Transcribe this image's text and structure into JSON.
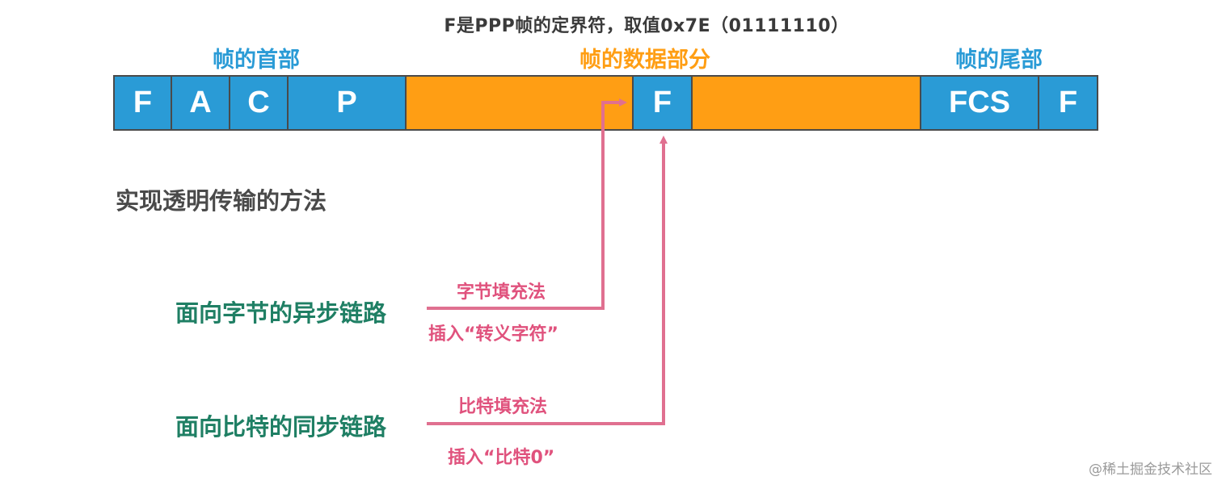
{
  "header_note": "F是PPP帧的定界符，取值0x7E（01111110）",
  "sections": {
    "head": "帧的首部",
    "data": "帧的数据部分",
    "tail": "帧的尾部"
  },
  "frame_cells": [
    {
      "label": "F"
    },
    {
      "label": "A"
    },
    {
      "label": "C"
    },
    {
      "label": "P"
    },
    {
      "label": ""
    },
    {
      "label": "F"
    },
    {
      "label": ""
    },
    {
      "label": "FCS"
    },
    {
      "label": "F"
    }
  ],
  "heading": "实现透明传输的方法",
  "links": [
    {
      "label": "面向字节的异步链路",
      "method": "字节填充法",
      "detail": "插入“转义字符”"
    },
    {
      "label": "面向比特的同步链路",
      "method": "比特填充法",
      "detail": "插入“比特0”"
    }
  ],
  "colors": {
    "header_blue": "#2a9bd6",
    "data_orange": "#ff9e14",
    "link_green": "#1f7f64",
    "arrow_pink": "#e07090",
    "method_pink": "#e0527d"
  },
  "watermark": "@稀土掘金技术社区"
}
